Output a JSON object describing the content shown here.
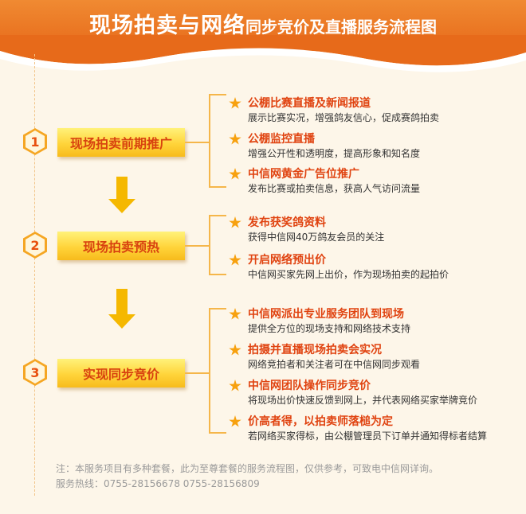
{
  "title": {
    "main": "现场拍卖与网络",
    "sub": "同步竞价及直播服务流程图"
  },
  "stages": [
    {
      "number": "1",
      "label": "现场拍卖前期推广",
      "items": [
        {
          "title": "公棚比赛直播及新闻报道",
          "desc": "展示比赛实况，增强鸽友信心，促成赛鸽拍卖"
        },
        {
          "title": "公棚监控直播",
          "desc": "增强公开性和透明度，提高形象和知名度"
        },
        {
          "title": "中信网黄金广告位推广",
          "desc": "发布比赛或拍卖信息，获高人气访问流量"
        }
      ]
    },
    {
      "number": "2",
      "label": "现场拍卖预热",
      "items": [
        {
          "title": "发布获奖鸽资料",
          "desc": "获得中信网40万鸽友会员的关注"
        },
        {
          "title": "开启网络预出价",
          "desc": "中信网买家先网上出价，作为现场拍卖的起拍价"
        }
      ]
    },
    {
      "number": "3",
      "label": "实现同步竞价",
      "items": [
        {
          "title": "中信网派出专业服务团队到现场",
          "desc": "提供全方位的现场支持和网络技术支持"
        },
        {
          "title": "拍摄并直播现场拍卖会实况",
          "desc": "网络竞拍者和关注者可在中信网同步观看"
        },
        {
          "title": "中信网团队操作同步竞价",
          "desc": "将现场出价快速反馈到网上，并代表网络买家举牌竞价"
        },
        {
          "title": "价高者得，以拍卖师落槌为定",
          "desc": "若网络买家得标，由公棚管理员下订单并通知得标者结算"
        }
      ]
    }
  ],
  "footer": {
    "note": "注：本服务项目有多种套餐，此为至尊套餐的服务流程图，仅供参考，可致电中信网详询。",
    "hotline": "服务热线：0755-28156678 0755-28156809"
  },
  "colors": {
    "header": "#e76a1a",
    "accent": "#e04310",
    "stage_box": "#ffd43a",
    "arrow": "#f5b800",
    "line": "#f5b64a"
  },
  "icons": {
    "item_marker": "star-icon",
    "step_marker": "hexagon-icon",
    "flow": "arrow-down-icon"
  }
}
